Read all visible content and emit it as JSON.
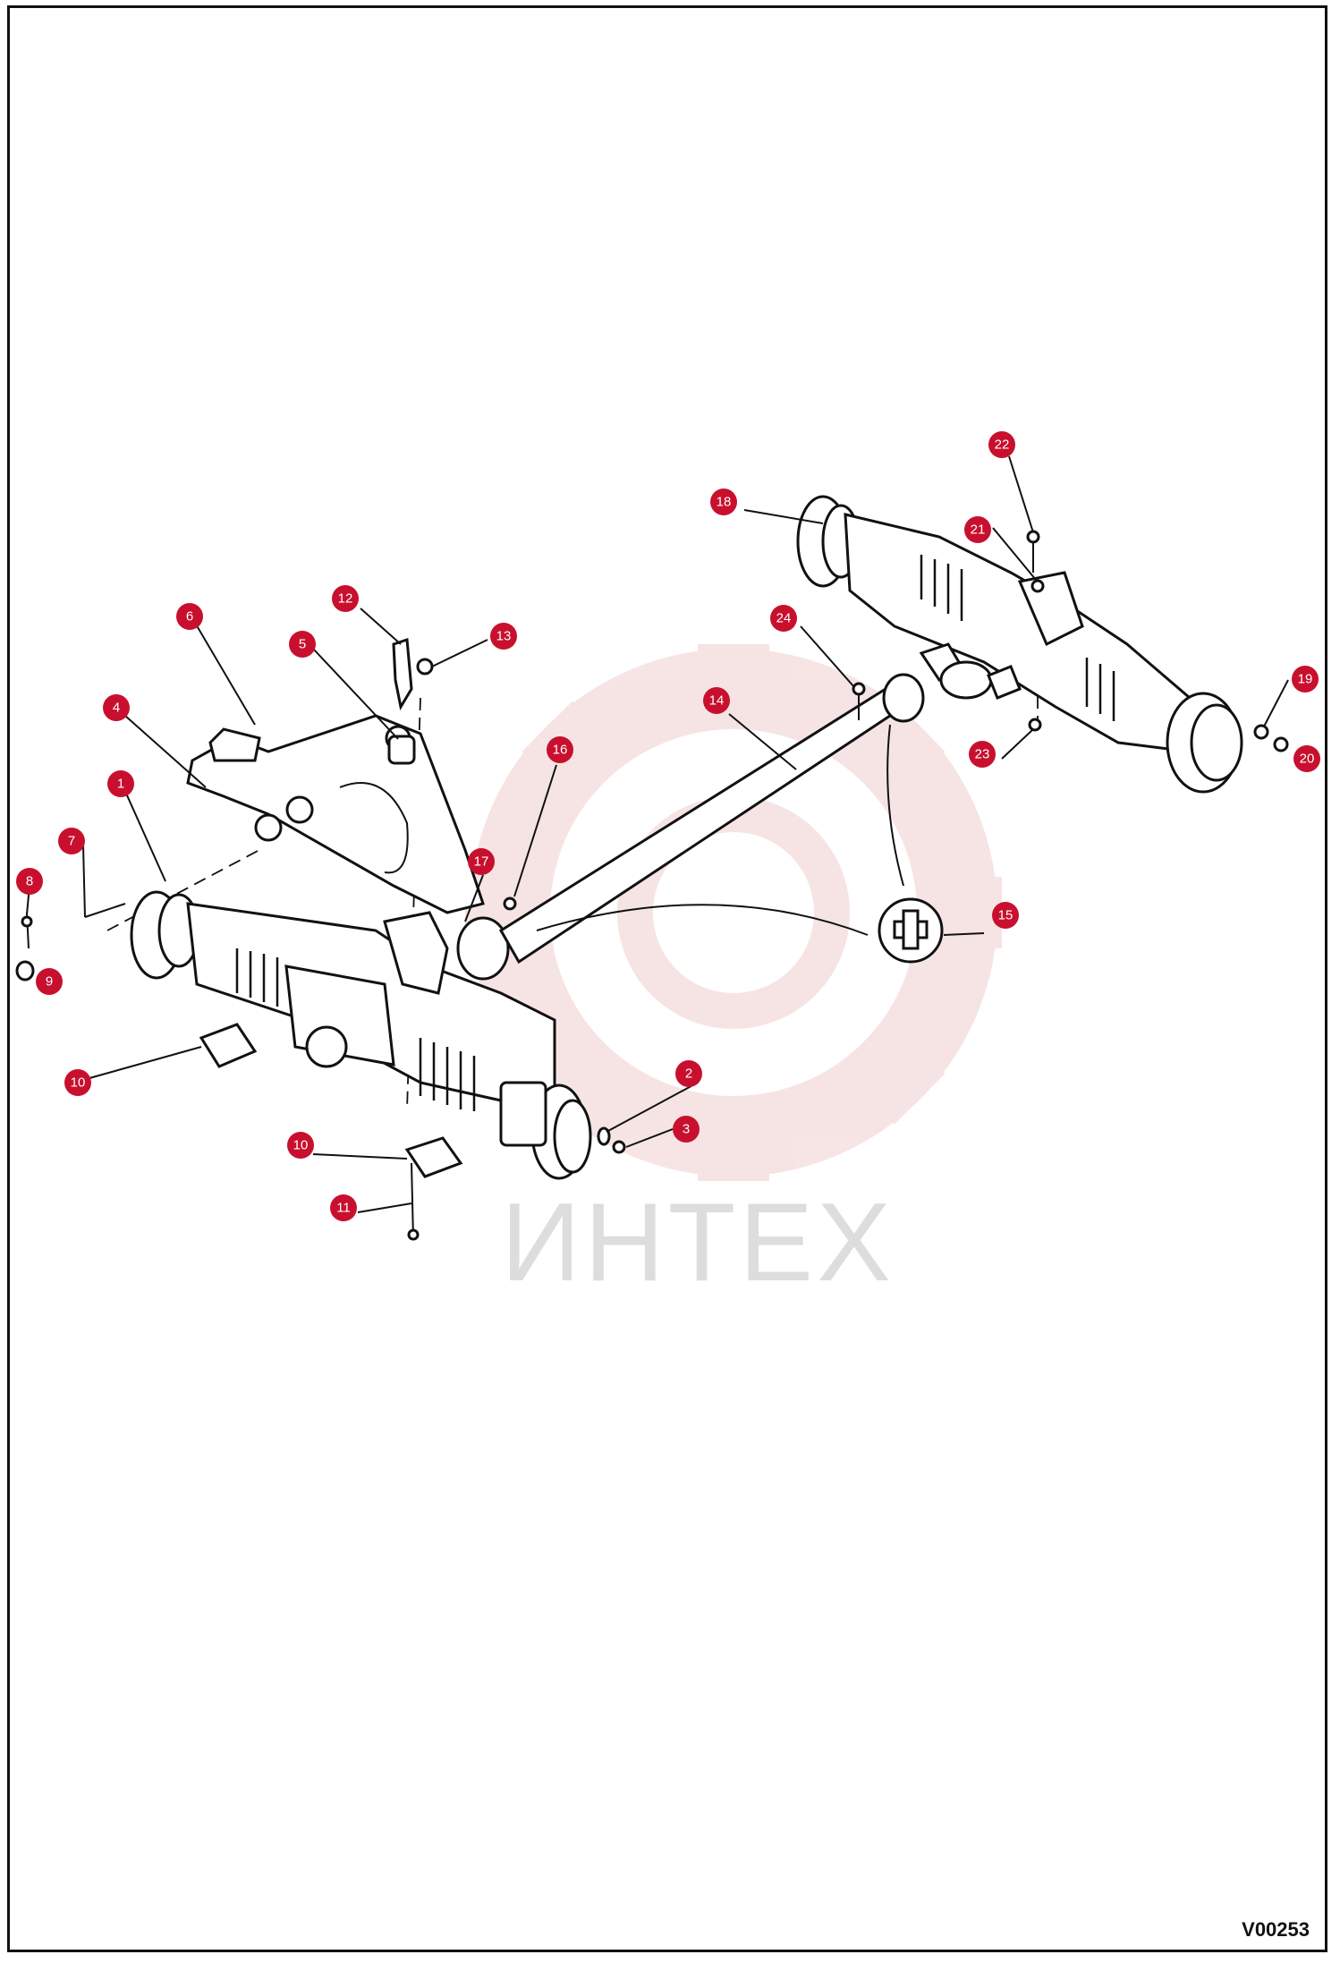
{
  "figure_code": "V00253",
  "watermark": "ИНТЕХ",
  "colors": {
    "callout": "#c8102e",
    "line": "#111111",
    "watermark": "#e8b4b4"
  },
  "callouts": [
    {
      "n": "1"
    },
    {
      "n": "2"
    },
    {
      "n": "3"
    },
    {
      "n": "4"
    },
    {
      "n": "5"
    },
    {
      "n": "6"
    },
    {
      "n": "7"
    },
    {
      "n": "8"
    },
    {
      "n": "9"
    },
    {
      "n": "10"
    },
    {
      "n": "10"
    },
    {
      "n": "11"
    },
    {
      "n": "12"
    },
    {
      "n": "13"
    },
    {
      "n": "14"
    },
    {
      "n": "15"
    },
    {
      "n": "16"
    },
    {
      "n": "17"
    },
    {
      "n": "18"
    },
    {
      "n": "19"
    },
    {
      "n": "20"
    },
    {
      "n": "21"
    },
    {
      "n": "22"
    },
    {
      "n": "23"
    },
    {
      "n": "24"
    }
  ]
}
